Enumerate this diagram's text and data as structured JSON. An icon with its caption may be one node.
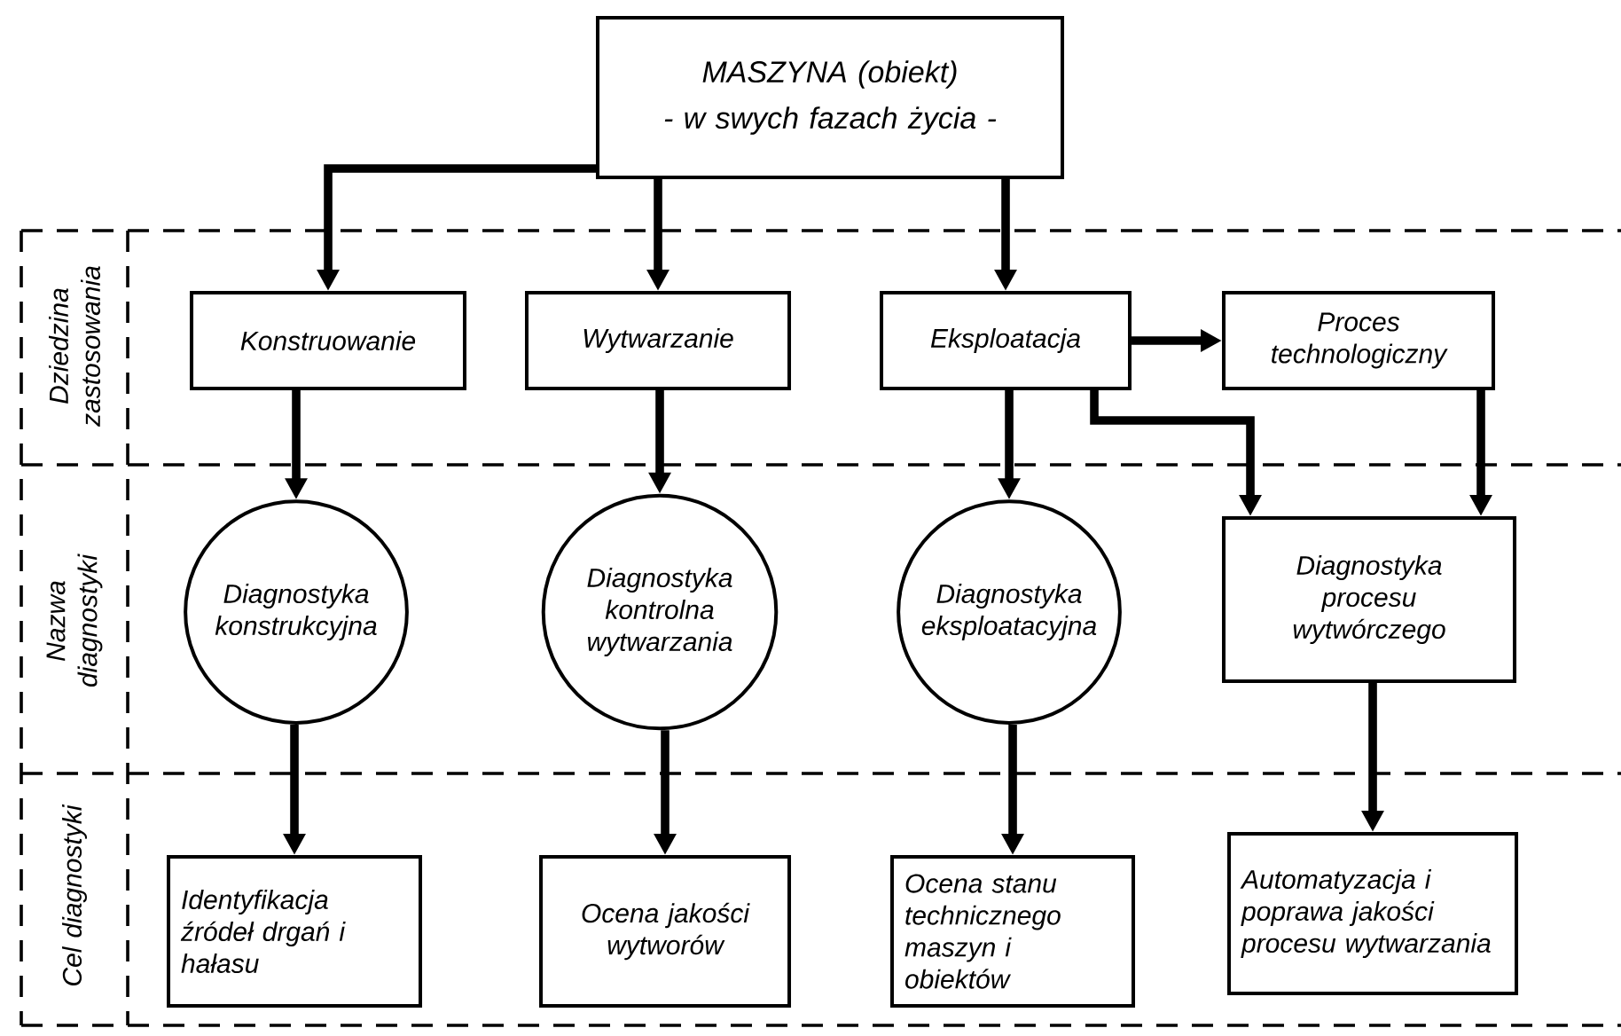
{
  "diagram": {
    "nodes": [
      {
        "text": [
          "MASZYNA (obiekt)",
          "- w swych fazach życia -"
        ]
      },
      {
        "text": [
          "Konstruowanie"
        ]
      },
      {
        "text": [
          "Wytwarzanie"
        ]
      },
      {
        "text": [
          "Eksploatacja"
        ]
      },
      {
        "text": [
          "Proces technologiczny"
        ]
      },
      {
        "text": [
          "Diagnostyka konstrukcyjna"
        ]
      },
      {
        "text": [
          "Diagnostyka kontrolna wytwarzania"
        ]
      },
      {
        "text": [
          "Diagnostyka eksploatacyjna"
        ]
      },
      {
        "text": [
          "Diagnostyka procesu wytwórczego"
        ]
      },
      {
        "text": [
          "Identyfikacja źródeł drgań i hałasu"
        ]
      },
      {
        "text": [
          "Ocena jakości wytworów"
        ]
      },
      {
        "text": [
          "Ocena stanu technicznego maszyn i obiektów"
        ]
      },
      {
        "text": [
          "Automatyzacja i poprawa jakości procesu wytwarzania"
        ]
      }
    ],
    "edges": [
      {
        "from": 0,
        "to": 1,
        "arrow": "to"
      },
      {
        "from": 0,
        "to": 2,
        "arrow": "to"
      },
      {
        "from": 0,
        "to": 3,
        "arrow": "to"
      },
      {
        "from": 3,
        "to": 4,
        "arrow": "to"
      },
      {
        "from": 3,
        "to": 8,
        "arrow": "to"
      },
      {
        "from": 4,
        "to": 8,
        "arrow": "to"
      },
      {
        "from": 1,
        "to": 5,
        "arrow": "to"
      },
      {
        "from": 2,
        "to": 6,
        "arrow": "to"
      },
      {
        "from": 3,
        "to": 7,
        "arrow": "to"
      },
      {
        "from": 5,
        "to": 9,
        "arrow": "to"
      },
      {
        "from": 6,
        "to": 10,
        "arrow": "to"
      },
      {
        "from": 7,
        "to": 11,
        "arrow": "to"
      },
      {
        "from": 8,
        "to": 12,
        "arrow": "to"
      }
    ],
    "labels": [
      "Dziedzina zastosowania",
      "Nazwa diagnostyki",
      "Cel diagnostyki"
    ]
  }
}
